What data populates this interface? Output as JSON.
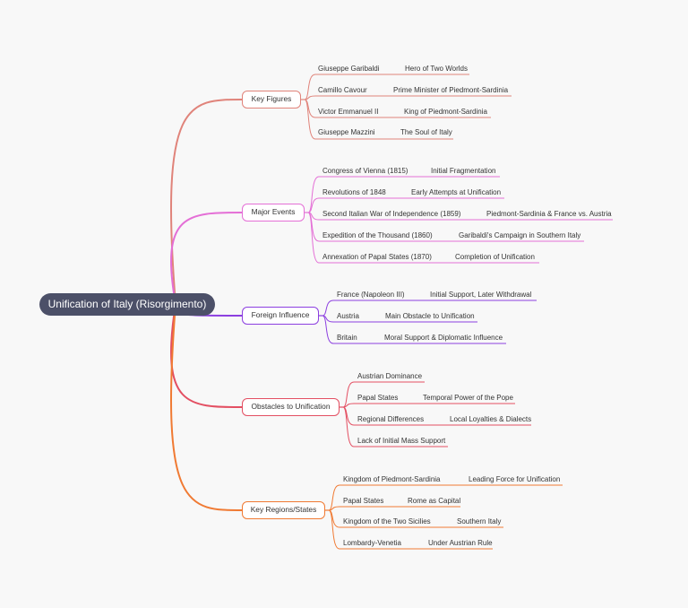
{
  "root": {
    "label": "Unification of Italy (Risorgimento)"
  },
  "colors": {
    "root_bg": "#4c5068",
    "background": "#f8f8f8"
  },
  "branches": [
    {
      "label": "Key Figures",
      "color": "#e0837a",
      "items": [
        {
          "label": "Giuseppe Garibaldi",
          "detail": "Hero of Two Worlds"
        },
        {
          "label": "Camillo Cavour",
          "detail": "Prime Minister of Piedmont-Sardinia"
        },
        {
          "label": "Victor Emmanuel II",
          "detail": "King of Piedmont-Sardinia"
        },
        {
          "label": "Giuseppe Mazzini",
          "detail": "The Soul of Italy"
        }
      ]
    },
    {
      "label": "Major Events",
      "color": "#e46fd6",
      "items": [
        {
          "label": "Congress of Vienna (1815)",
          "detail": "Initial Fragmentation"
        },
        {
          "label": "Revolutions of 1848",
          "detail": "Early Attempts at Unification"
        },
        {
          "label": "Second Italian War of Independence (1859)",
          "detail": "Piedmont-Sardinia & France vs. Austria"
        },
        {
          "label": "Expedition of the Thousand (1860)",
          "detail": "Garibaldi's Campaign in Southern Italy"
        },
        {
          "label": "Annexation of Papal States (1870)",
          "detail": "Completion of Unification"
        }
      ]
    },
    {
      "label": "Foreign Influence",
      "color": "#8c3fe0",
      "items": [
        {
          "label": "France (Napoleon III)",
          "detail": "Initial Support, Later Withdrawal"
        },
        {
          "label": "Austria",
          "detail": "Main Obstacle to Unification"
        },
        {
          "label": "Britain",
          "detail": "Moral Support & Diplomatic Influence"
        }
      ]
    },
    {
      "label": "Obstacles to Unification",
      "color": "#e34f62",
      "items": [
        {
          "label": "Austrian Dominance",
          "detail": ""
        },
        {
          "label": "Papal States",
          "detail": "Temporal Power of the Pope"
        },
        {
          "label": "Regional Differences",
          "detail": "Local Loyalties & Dialects"
        },
        {
          "label": "Lack of Initial Mass Support",
          "detail": ""
        }
      ]
    },
    {
      "label": "Key Regions/States",
      "color": "#f07a33",
      "items": [
        {
          "label": "Kingdom of Piedmont-Sardinia",
          "detail": "Leading Force for Unification"
        },
        {
          "label": "Papal States",
          "detail": "Rome as Capital"
        },
        {
          "label": "Kingdom of the Two Sicilies",
          "detail": "Southern Italy"
        },
        {
          "label": "Lombardy-Venetia",
          "detail": "Under Austrian Rule"
        }
      ]
    }
  ]
}
